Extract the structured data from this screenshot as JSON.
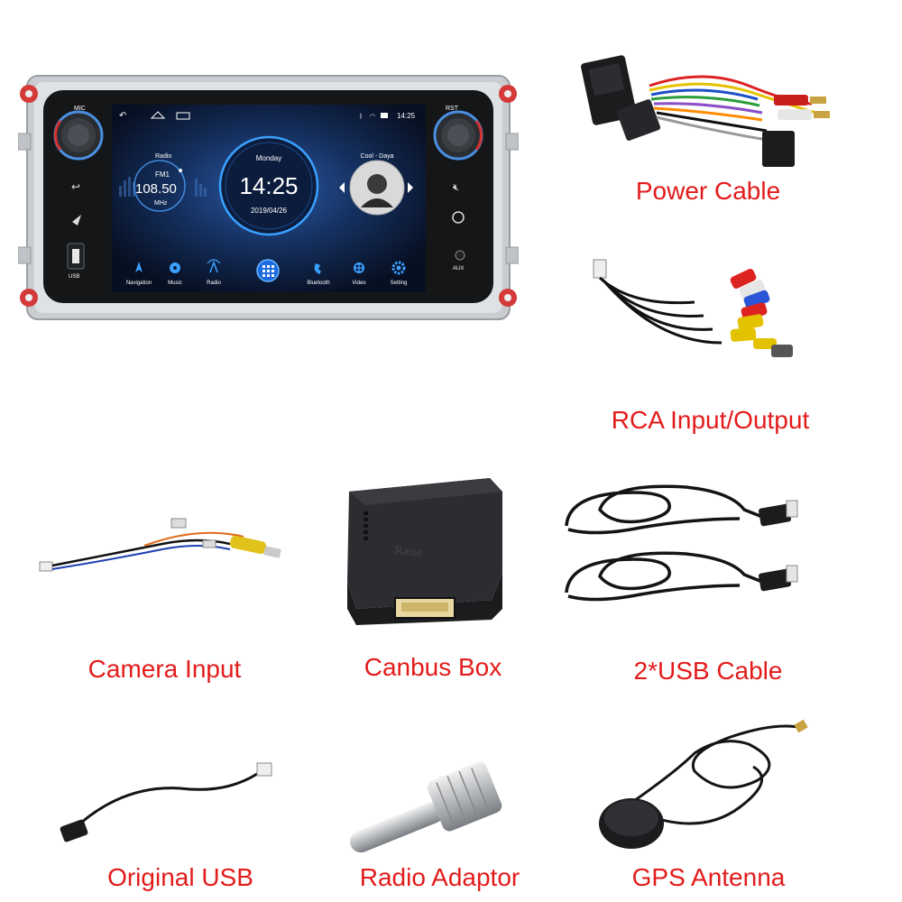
{
  "colors": {
    "caption": "#e31b1b",
    "background": "#ffffff",
    "screen_bg": "#0b1a3a",
    "accent": "#3aa0ff"
  },
  "head_unit": {
    "labels": {
      "mic": "MIC",
      "rst": "RST",
      "usb": "USB",
      "aux": "AUX"
    },
    "status": {
      "time": "14:25"
    },
    "radio": {
      "title": "Radio",
      "band": "FM1",
      "frequency": "108.50",
      "unit": "MHz"
    },
    "clock": {
      "day": "Monday",
      "time": "14:25",
      "date": "2019/04/26"
    },
    "music": {
      "title": "Cool - Daya"
    },
    "dock": [
      {
        "label": "Navigation",
        "icon": "navigation-icon"
      },
      {
        "label": "Music",
        "icon": "music-icon"
      },
      {
        "label": "Radio",
        "icon": "radio-icon"
      },
      {
        "label": "",
        "icon": "apps-grid-icon"
      },
      {
        "label": "Bluetooth",
        "icon": "bluetooth-phone-icon"
      },
      {
        "label": "Video",
        "icon": "video-icon"
      },
      {
        "label": "Setting",
        "icon": "settings-icon"
      }
    ]
  },
  "canbus_box": {
    "brand": "Raise"
  },
  "captions": {
    "power_cable": "Power Cable",
    "rca": "RCA Input/Output",
    "camera": "Camera Input",
    "canbus": "Canbus Box",
    "usb_cable": "2*USB Cable",
    "original_usb": "Original USB",
    "radio_adaptor": "Radio Adaptor",
    "gps": "GPS Antenna"
  }
}
